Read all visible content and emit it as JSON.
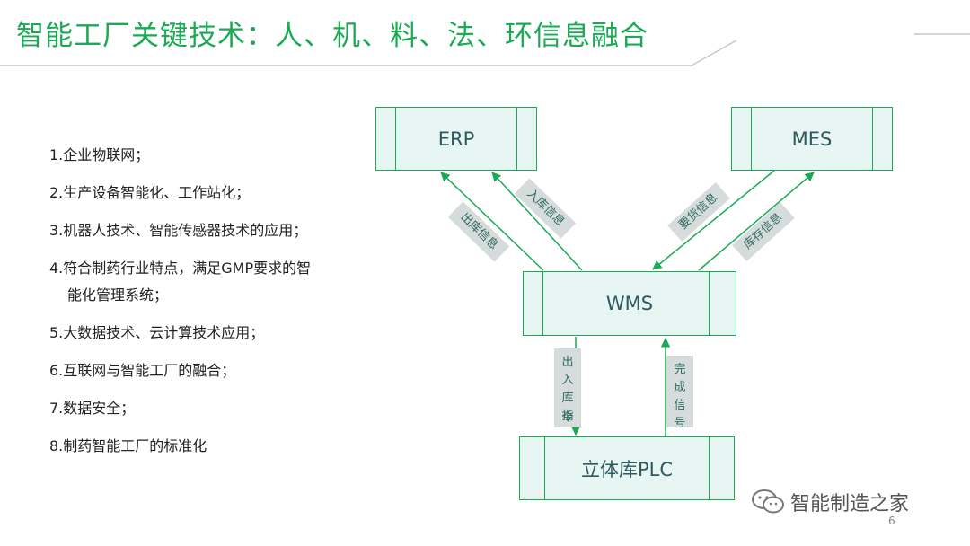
{
  "title": "智能工厂关键技术：人、机、料、法、环信息融合",
  "list": [
    "1.企业物联网；",
    "2.生产设备智能化、工作站化；",
    "3.机器人技术、智能传感器技术的应用；",
    "4.符合制药行业特点，满足GMP要求的智",
    "能化管理系统；",
    "5.大数据技术、云计算技术应用；",
    "6.互联网与智能工厂的融合；",
    "7.数据安全；",
    "8.制药智能工厂的标准化"
  ],
  "nodes": {
    "erp": "ERP",
    "mes": "MES",
    "wms": "WMS",
    "plc": "立体库PLC"
  },
  "tags": {
    "out_info": "出库信息",
    "in_info": "入库信息",
    "request_info": "要货信息",
    "stock_info": "库存信息",
    "inout_cmd": [
      "出",
      "入",
      "库",
      "指",
      "令"
    ],
    "done_signal": [
      "完",
      "成",
      "信",
      "号"
    ]
  },
  "footer": {
    "brand": "智能制造之家",
    "page": "6"
  },
  "colors": {
    "accent": "#1aaa55",
    "node_fill": "#e7f5f3",
    "tag_fill": "#d6dcdc",
    "node_text": "#2d5961"
  }
}
